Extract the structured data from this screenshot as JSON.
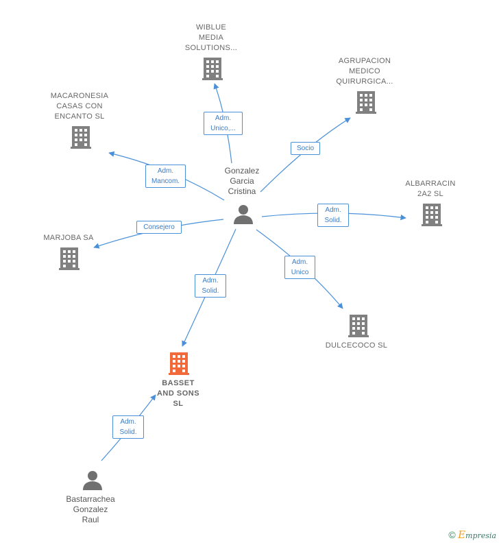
{
  "nodes": {
    "wiblue": "WIBLUE\nMEDIA\nSOLUTIONS...",
    "agrupacion": "AGRUPACION\nMEDICO\nQUIRURGICA...",
    "macaronesia": "MACARONESIA\nCASAS CON\nENCANTO  SL",
    "albarracin": "ALBARRACIN\n2A2  SL",
    "marjoba": "MARJOBA SA",
    "dulcecoco": "DULCECOCO SL",
    "basset": "BASSET\nAND SONS\nSL"
  },
  "people": {
    "gonzalez": "Gonzalez\nGarcia\nCristina",
    "bastarrachea": "Bastarrachea\nGonzalez\nRaul"
  },
  "relations": {
    "wiblue": "Adm.\nUnico,...",
    "agrupacion": "Socio",
    "macaronesia": "Adm.\nMancom.",
    "albarracin": "Adm.\nSolid.",
    "marjoba": "Consejero",
    "dulcecoco": "Adm.\nUnico",
    "basset": "Adm.\nSolid.",
    "bastarrachea_basset": "Adm.\nSolid."
  },
  "colors": {
    "company": "#808080",
    "focus_company": "#f26a3a",
    "person": "#707070",
    "edge": "#4a90d9"
  },
  "footer": {
    "copyright": "©",
    "brand_initial": "E",
    "brand_rest": "mpresia"
  }
}
